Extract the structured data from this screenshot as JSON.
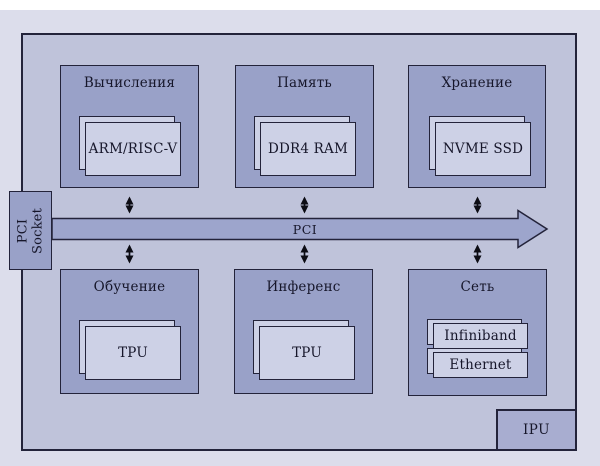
{
  "palette": {
    "page_bg": "#dcddeb",
    "frame_bg": "#bfc3da",
    "block_fill": "#99a1c8",
    "card_fill": "#cdd1e6",
    "bus_fill": "#9da5cc",
    "ipu_fill": "#a8add0",
    "outline": "#23233a",
    "arrow_black": "#0c0c14"
  },
  "blocks": [
    {
      "id": "compute",
      "title": "Вычисления",
      "cards": [
        {
          "label": "ARM/RISC-V"
        }
      ]
    },
    {
      "id": "memory",
      "title": "Память",
      "cards": [
        {
          "label": "DDR4 RAM"
        }
      ]
    },
    {
      "id": "storage",
      "title": "Хранение",
      "cards": [
        {
          "label": "NVME SSD"
        }
      ]
    },
    {
      "id": "training",
      "title": "Обучение",
      "cards": [
        {
          "label": "TPU"
        }
      ]
    },
    {
      "id": "inference",
      "title": "Инференс",
      "cards": [
        {
          "label": "TPU"
        }
      ]
    },
    {
      "id": "network",
      "title": "Сеть",
      "cards": [
        {
          "label": "Infiniband"
        },
        {
          "label": "Ethernet"
        }
      ]
    }
  ],
  "bus": {
    "label": "PCI"
  },
  "socket": {
    "lines": [
      "PCI",
      "Socket"
    ]
  },
  "ipu": {
    "label": "IPU"
  }
}
